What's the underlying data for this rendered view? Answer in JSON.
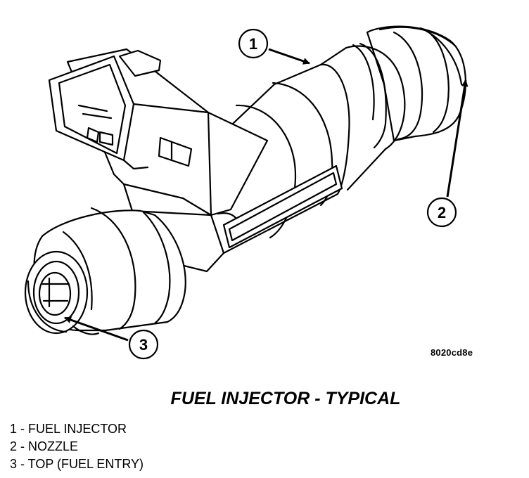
{
  "figure": {
    "code": "8020cd8e",
    "caption": "FUEL INJECTOR - TYPICAL"
  },
  "callouts": [
    {
      "number": "1",
      "label": "FUEL INJECTOR"
    },
    {
      "number": "2",
      "label": "NOZZLE"
    },
    {
      "number": "3",
      "label": "TOP (FUEL ENTRY)"
    }
  ],
  "legend": [
    {
      "text": "1 - FUEL INJECTOR"
    },
    {
      "text": "2 - NOZZLE"
    },
    {
      "text": "3 - TOP (FUEL ENTRY)"
    }
  ]
}
